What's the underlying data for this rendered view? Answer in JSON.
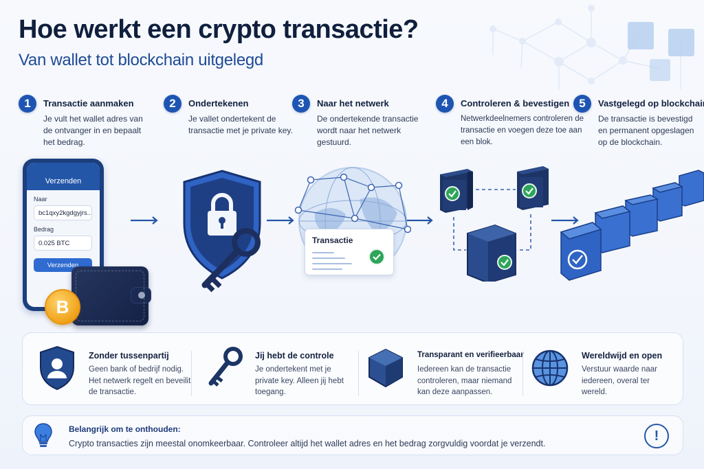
{
  "header": {
    "title": "Hoe werkt een crypto transactie?",
    "subtitle": "Van wallet tot blockchain uitgelegd"
  },
  "steps": [
    {
      "number": "1",
      "title": "Transactie aanmaken",
      "description": "Je vult het wallet adres van de ontvanger in en bepaalt het bedrag.",
      "icon": "phone-wallet-icon"
    },
    {
      "number": "2",
      "title": "Ondertekenen",
      "description": "Je vallet ondertekent de transactie met je private key.",
      "icon": "shield-lock-key-icon"
    },
    {
      "number": "3",
      "title": "Naar het netwerk",
      "description": "De ondertekende transactie wordt naar het netwerk gestuurd.",
      "icon": "globe-network-icon"
    },
    {
      "number": "4",
      "title": "Controleren & bevestigen",
      "description": "Netwerkdeelnemers controleren de transactie en voegen deze toe aan een blok.",
      "icon": "servers-block-icon"
    },
    {
      "number": "5",
      "title": "Vastgelegd op blockchain",
      "description": "De transactie is bevestigd en permanent opgeslagen op de blockchain.",
      "icon": "blockchain-icon"
    }
  ],
  "phone": {
    "header": "Verzenden",
    "to_label": "Naar",
    "to_value": "bc1qxy2kgdgyjrs...",
    "amount_label": "Bedrag",
    "amount_value": "0.025 BTC",
    "send_button": "Verzenden",
    "coin_symbol": "B"
  },
  "transaction_card": {
    "title": "Transactie"
  },
  "features": [
    {
      "title": "Zonder tussenpartij",
      "description": "Geen bank of bedrijf nodig. Het netwerk regelt en beveilit de transactie.",
      "icon": "shield-user-icon"
    },
    {
      "title": "Jij hebt de controle",
      "description": "Je ondertekent met je private key. Alleen jij hebt toegang.",
      "icon": "key-icon"
    },
    {
      "title": "Transparant en verifieerbaar",
      "description": "Iedereen kan de transactie controleren, maar niemand kan deze aanpassen.",
      "icon": "cube-icon"
    },
    {
      "title": "Wereldwijd en open",
      "description": "Verstuur waarde naar iedereen, overal ter wereld.",
      "icon": "globe-icon"
    }
  ],
  "notice": {
    "title": "Belangrijk om te onthouden:",
    "text": "Crypto transacties zijn meestal onomkeerbaar. Controleer altijd het wallet adres en het bedrag zorgvuldig voordat je verzendt.",
    "alert_symbol": "!"
  },
  "colors": {
    "primary": "#1e55b3",
    "dark_navy": "#0f1f3d",
    "accent_blue": "#2f6bd0",
    "success_green": "#2ea55a",
    "coin_gold": "#f0a21a"
  }
}
